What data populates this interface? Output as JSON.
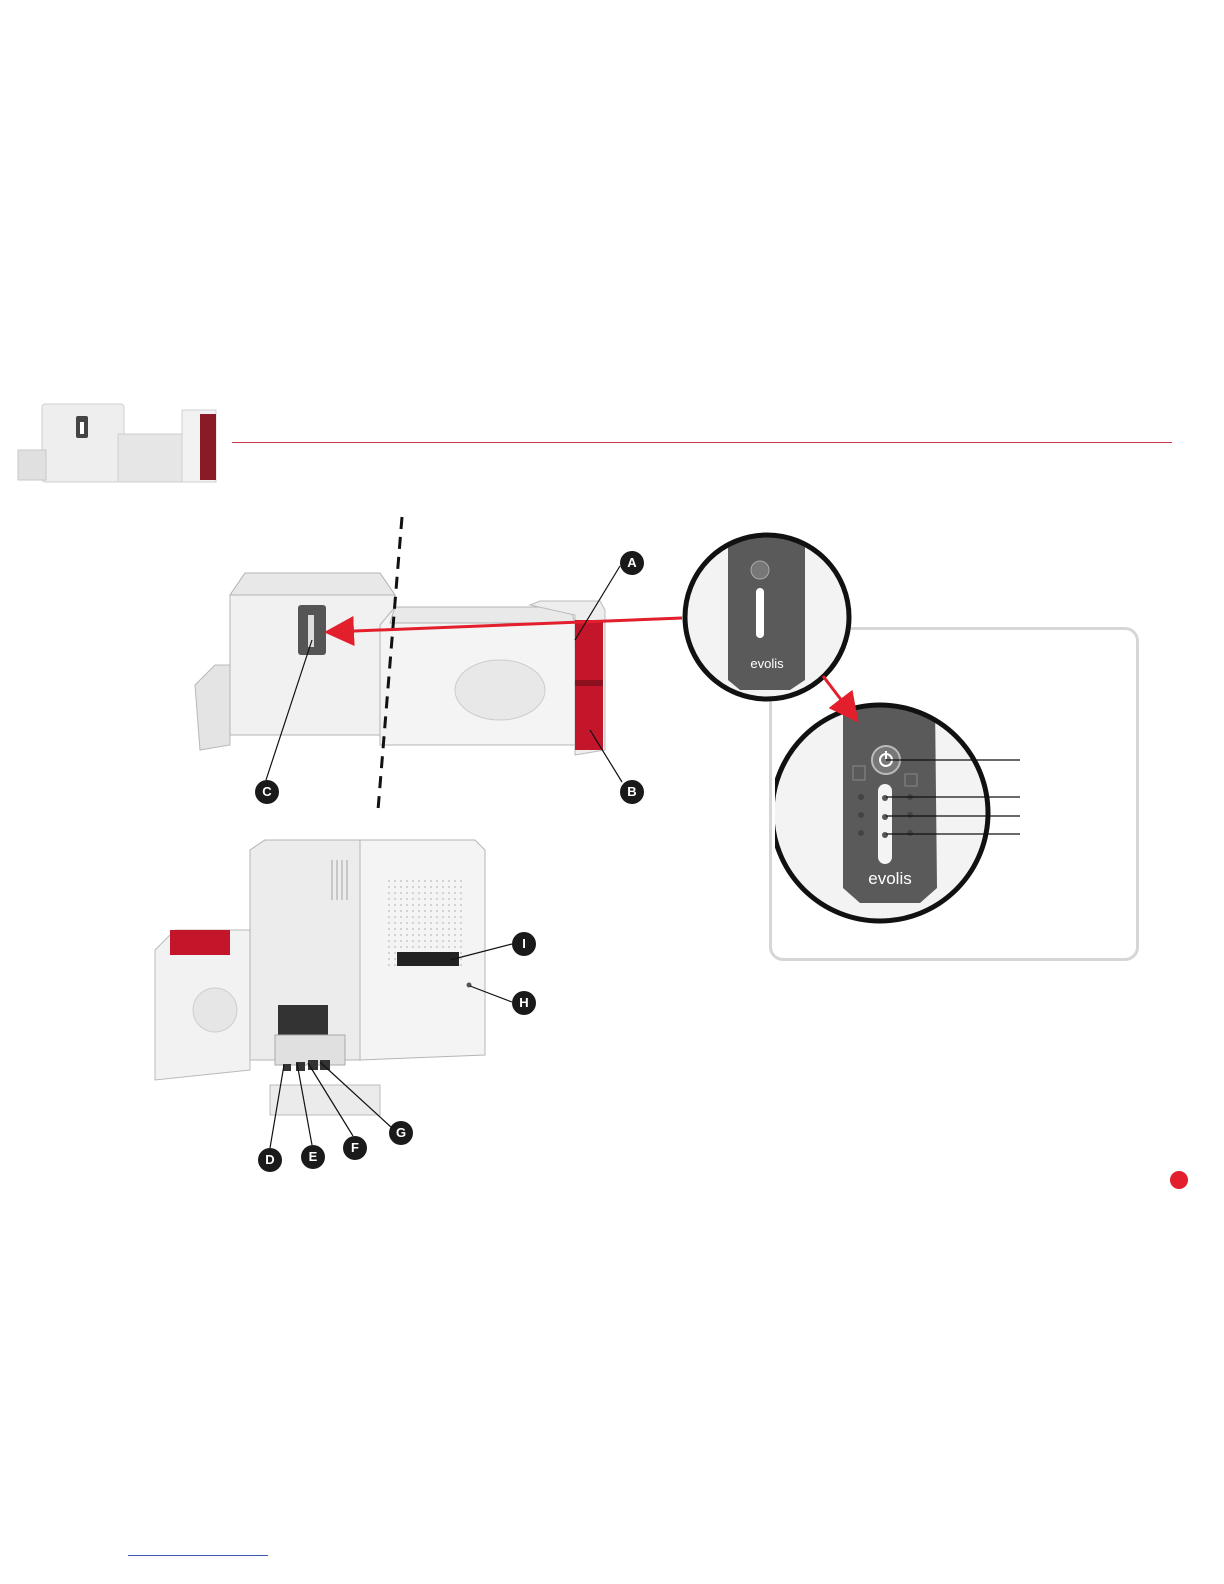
{
  "callouts": {
    "a": "A",
    "b": "B",
    "c": "C",
    "d": "D",
    "e": "E",
    "f": "F",
    "g": "G",
    "h": "H",
    "i": "I"
  },
  "brand": {
    "logo_text": "evolis"
  },
  "colors": {
    "accent_red": "#e31e2d",
    "rule_red": "#c83a4a",
    "printer_red": "#c4162a",
    "panel_grey": "#5a5a5a",
    "body_grey": "#ececec"
  },
  "icons": [
    "power-icon",
    "card-icon",
    "ribbon-icon",
    "printer-icon"
  ]
}
